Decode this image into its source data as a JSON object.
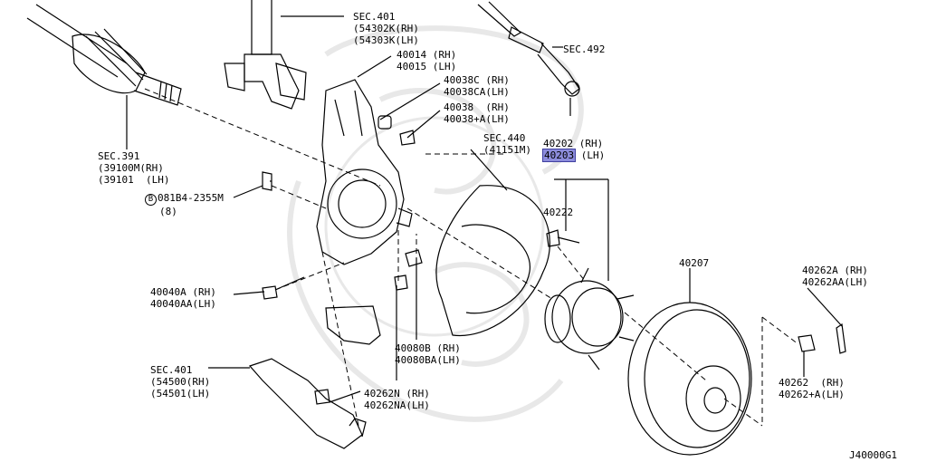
{
  "diagram_id": "J40000G1",
  "colors": {
    "line": "#000000",
    "highlight": "#8c8cdc",
    "watermark": "#e6e6e6"
  },
  "labels": {
    "sec401_strut": [
      "SEC.401",
      "(54302K(RH)",
      "(54303K(LH)"
    ],
    "knuckle": [
      "40014 (RH)",
      "40015 (LH)"
    ],
    "sec492": "SEC.492",
    "bushing": [
      "40038C (RH)",
      "40038CA(LH)"
    ],
    "stud_38": [
      "40038  (RH)",
      "40038+A(LH)"
    ],
    "sec391": [
      "SEC.391",
      "(39100M(RH)",
      "(39101  (LH)"
    ],
    "sec440": [
      "SEC.440",
      "(41151M)"
    ],
    "hub_rh": "40202 (RH)",
    "hub_lh_part": "40203",
    "hub_lh_suffix": " (LH)",
    "bolt_circle_letter": "B",
    "bolt_b": [
      "081B4-2355M",
      "(8)"
    ],
    "bolt_40222": "40222",
    "rotor": "40207",
    "cotter_pin": [
      "40262A (RH)",
      "40262AA(LH)"
    ],
    "bolt_40040": [
      "40040A (RH)",
      "40040AA(LH)"
    ],
    "nut_80": [
      "40080B (RH)",
      "40080BA(LH)"
    ],
    "sec401_arm": [
      "SEC.401",
      "(54500(RH)",
      "(54501(LH)"
    ],
    "nut_262n": [
      "40262N (RH)",
      "40262NA(LH)"
    ],
    "nut_262": [
      "40262  (RH)",
      "40262+A(LH)"
    ]
  }
}
